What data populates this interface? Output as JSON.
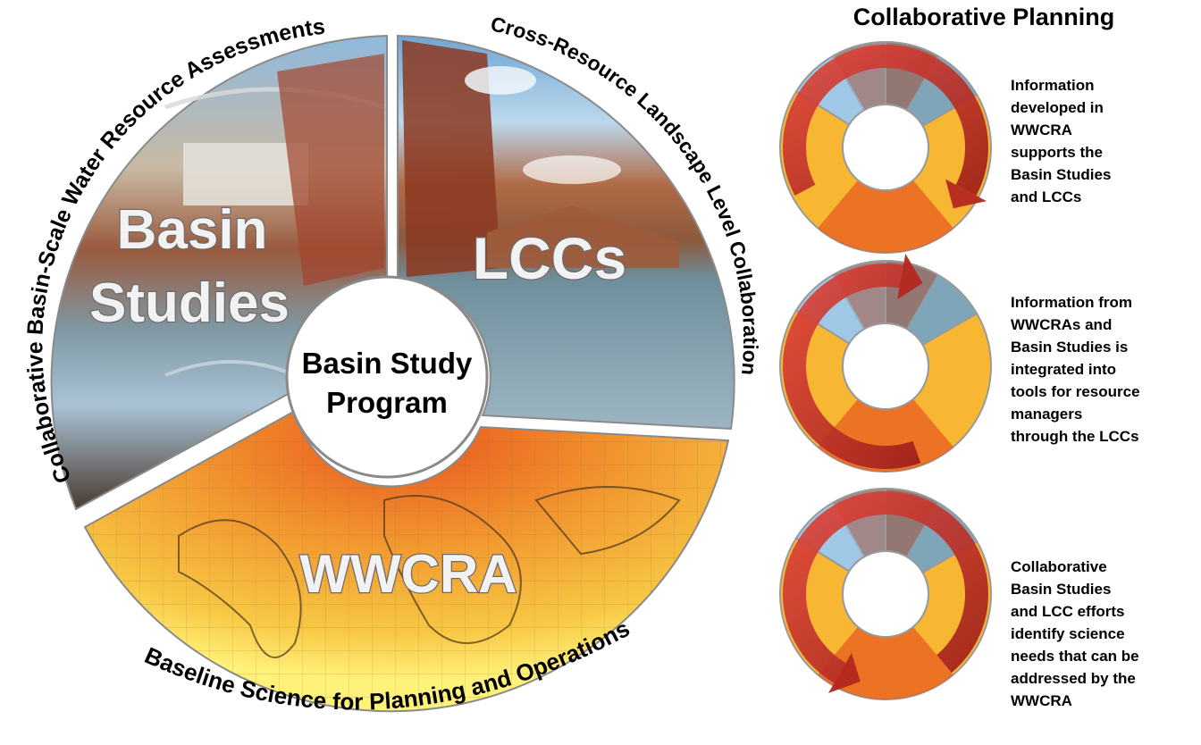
{
  "main": {
    "center_line1": "Basin Study",
    "center_line2": "Program",
    "segments": {
      "basin_line1": "Basin",
      "basin_line2": "Studies",
      "lccs": "LCCs",
      "wwcra": "WWCRA"
    },
    "arc_labels": {
      "left": "Collaborative Basin-Scale Water Resource Assessments",
      "right": "Cross-Resource Landscape Level Collaboration",
      "bottom": "Baseline Science for Planning and Operations"
    }
  },
  "side": {
    "title": "Collaborative Planning",
    "panels": [
      {
        "lines": [
          "Information",
          "developed in",
          "WWCRA",
          "supports the",
          "Basin Studies",
          "and LCCs"
        ]
      },
      {
        "lines": [
          "Information from",
          "WWCRAs and",
          "Basin Studies is",
          "integrated into",
          "tools for resource",
          "managers",
          "through the LCCs"
        ]
      },
      {
        "lines": [
          "Collaborative",
          "Basin Studies",
          "and LCC efforts",
          "identify science",
          "needs that can be",
          "addressed by the",
          "WWCRA"
        ]
      }
    ]
  },
  "colors": {
    "arrow": "#c8302a",
    "ring_outline": "#9a9a9a",
    "map_hot": "#e8561e",
    "map_warm": "#f7b733",
    "map_cool": "#fff27a",
    "water": "#7fa5b8",
    "rock": "#a4533a",
    "sky": "#9ec8e6"
  }
}
